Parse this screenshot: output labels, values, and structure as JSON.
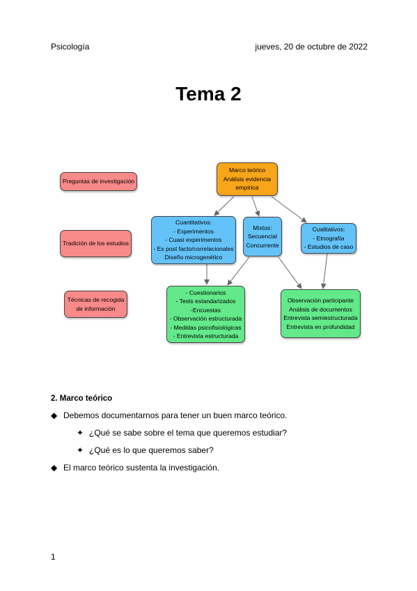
{
  "header": {
    "subject": "Psicología",
    "date": "jueves, 20 de octubre de 2022"
  },
  "title": "Tema 2",
  "diagram": {
    "labels": {
      "preguntas": "Preguntas de investigación",
      "tradicion": "Tradición de los estudios",
      "tecnicas": "Técnicas de recogida\nde información"
    },
    "marco": "Marco teórico\nAnálisis evidencia\nempírica",
    "cuantitativos": "Cuantitativos:\n- Experimentos\n- Cuasi experimentos\n- Ex post facto/correlacionales\nDiseño microgenético",
    "mixtos": "Mixtos:\nSecuencial\nConcurrente",
    "cualitativos": "Cualitativos:\n- Etnografía\n- Estudios de caso",
    "tecnicas_cuanti": "- Cuestionarios\n- Tests estandarizados\n-Encuestas\n- Observación estructurada\n- Medidas psicofisiológicas\n- Entrevista estructurada",
    "tecnicas_cuali": "Observación participante\nAnálisis de documentos\nEntrevista semiestructurada\nEntrevista en profundidad"
  },
  "section": {
    "heading": "2. Marco teórico"
  },
  "bullets": [
    {
      "symbol": "◆",
      "text": "Debemos documentarnos para tener un buen marco teórico."
    },
    {
      "symbol": "✦",
      "text": "¿Qué se sabe sobre el tema que queremos estudiar?"
    },
    {
      "symbol": "✦",
      "text": "¿Qué es lo que queremos saber?"
    },
    {
      "symbol": "◆",
      "text": "El marco teórico sustenta la investigación."
    }
  ],
  "page_number": "1"
}
